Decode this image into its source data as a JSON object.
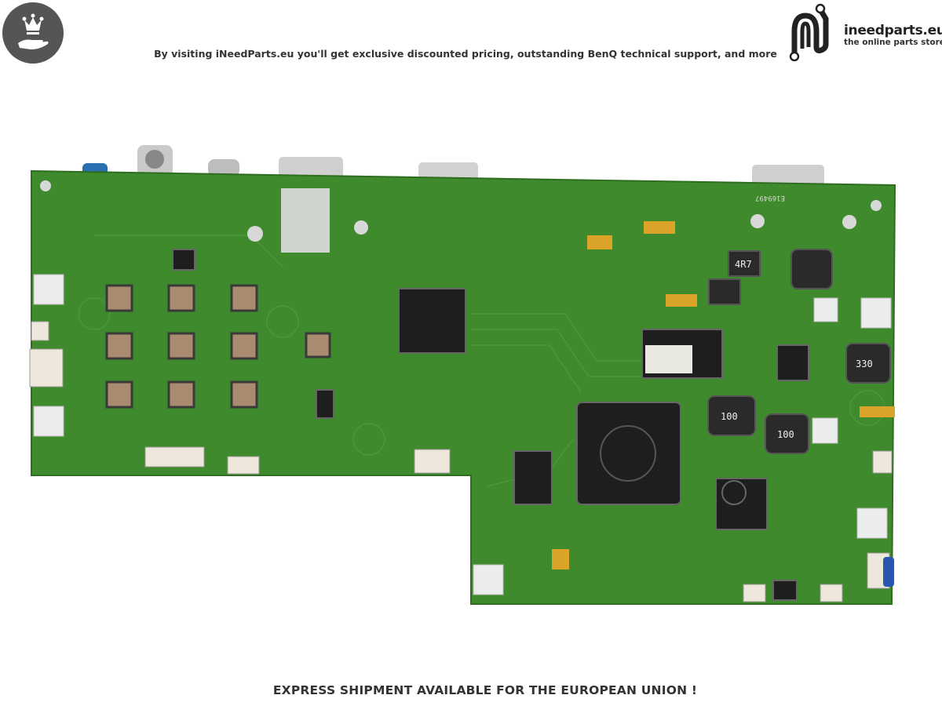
{
  "header": {
    "badge_icon": "crown-on-hand-icon",
    "tagline": "By visiting iNeedParts.eu you'll get exclusive discounted pricing, outstanding BenQ technical support, and more",
    "logo": {
      "name": "ineedparts.eu",
      "subtitle": "the online parts store"
    }
  },
  "product_photo": {
    "board_color": "#3f8a2c",
    "component_markings": [
      "4R7",
      "330",
      "100",
      "100",
      "E169497"
    ]
  },
  "footer": {
    "text": "EXPRESS SHIPMENT AVAILABLE FOR THE EUROPEAN UNION !"
  }
}
